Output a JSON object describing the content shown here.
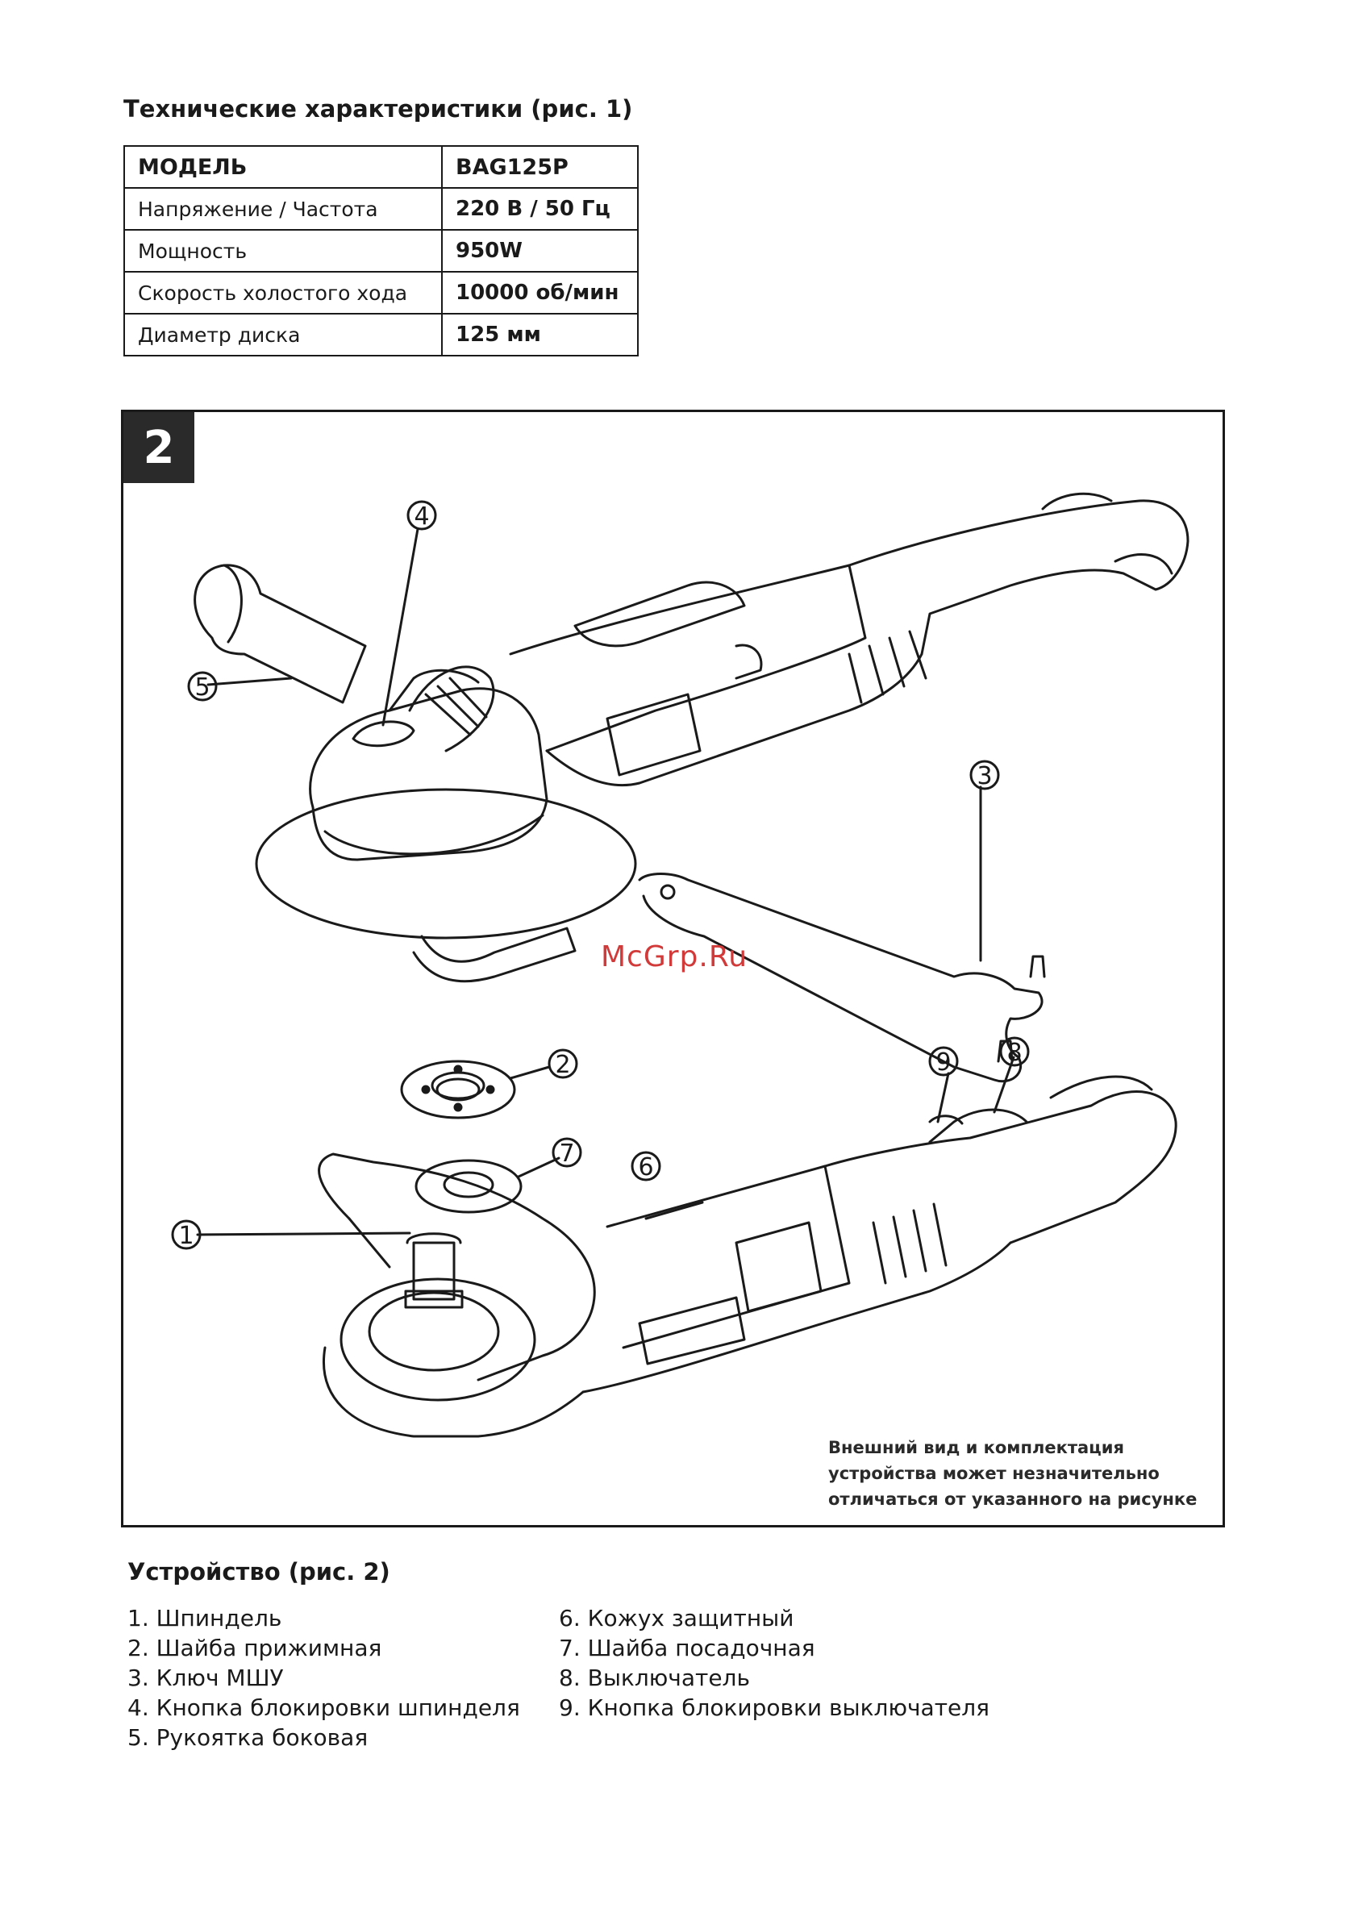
{
  "spec_section": {
    "title": "Технические характеристики (рис. 1)",
    "header": {
      "param": "МОДЕЛЬ",
      "value": "BAG125P"
    },
    "rows": [
      {
        "param": "Напряжение / Частота",
        "value": "220 В / 50 Гц"
      },
      {
        "param": "Мощность",
        "value": "950W"
      },
      {
        "param": "Скорость холостого хода",
        "value": "10000 об/мин"
      },
      {
        "param": "Диаметр диска",
        "value": "125 мм"
      }
    ]
  },
  "figure": {
    "number": "2",
    "callouts": [
      "1",
      "2",
      "3",
      "4",
      "5",
      "6",
      "7",
      "8",
      "9"
    ],
    "watermark": "McGrp.Ru",
    "note": "Внешний вид и комплектация устройства может незначительно отличаться от указанного на рисунке"
  },
  "device_section": {
    "title": "Устройство (рис. 2)",
    "parts_left": [
      "1. Шпиндель",
      "2. Шайба прижимная",
      "3. Ключ МШУ",
      "4. Кнопка блокировки шпинделя",
      "5. Рукоятка боковая"
    ],
    "parts_right": [
      "6. Кожух защитный",
      "7. Шайба посадочная",
      "8. Выключатель",
      "9. Кнопка блокировки выключателя"
    ]
  }
}
